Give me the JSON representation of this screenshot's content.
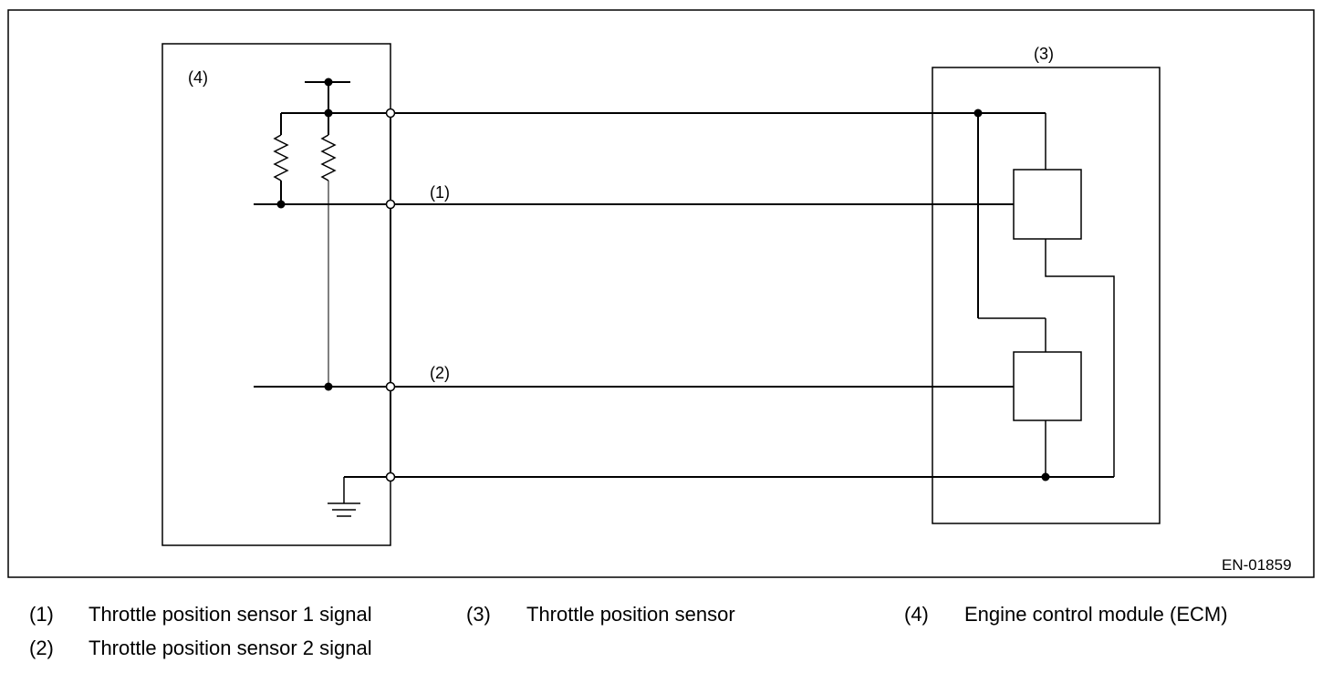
{
  "figure_code": "EN-01859",
  "labels": {
    "ecm": "(4)",
    "sensor": "(3)",
    "signal1": "(1)",
    "signal2": "(2)"
  },
  "legend": [
    {
      "num": "(1)",
      "text": "Throttle position sensor 1 signal"
    },
    {
      "num": "(2)",
      "text": "Throttle position sensor 2 signal"
    },
    {
      "num": "(3)",
      "text": "Throttle position sensor"
    },
    {
      "num": "(4)",
      "text": "Engine control module (ECM)"
    }
  ]
}
